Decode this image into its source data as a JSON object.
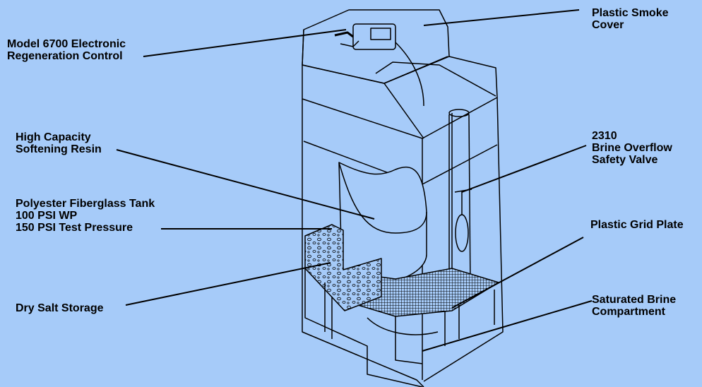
{
  "diagram": {
    "background": "#a6cbf9",
    "line_color": "#000000",
    "labels": {
      "model_control": [
        "Model 6700 Electronic",
        "Regeneration Control"
      ],
      "smoke_cover": [
        "Plastic Smoke",
        "Cover"
      ],
      "resin": [
        "High Capacity",
        "Softening Resin"
      ],
      "brine_valve": [
        "2310",
        "Brine Overflow",
        "Safety Valve"
      ],
      "tank": [
        "Polyester Fiberglass Tank",
        "100 PSI WP",
        "150 PSI Test Pressure"
      ],
      "grid_plate": [
        "Plastic Grid Plate"
      ],
      "salt_storage": [
        "Dry Salt Storage"
      ],
      "brine_compartment": [
        "Saturated Brine",
        "Compartment"
      ]
    }
  }
}
